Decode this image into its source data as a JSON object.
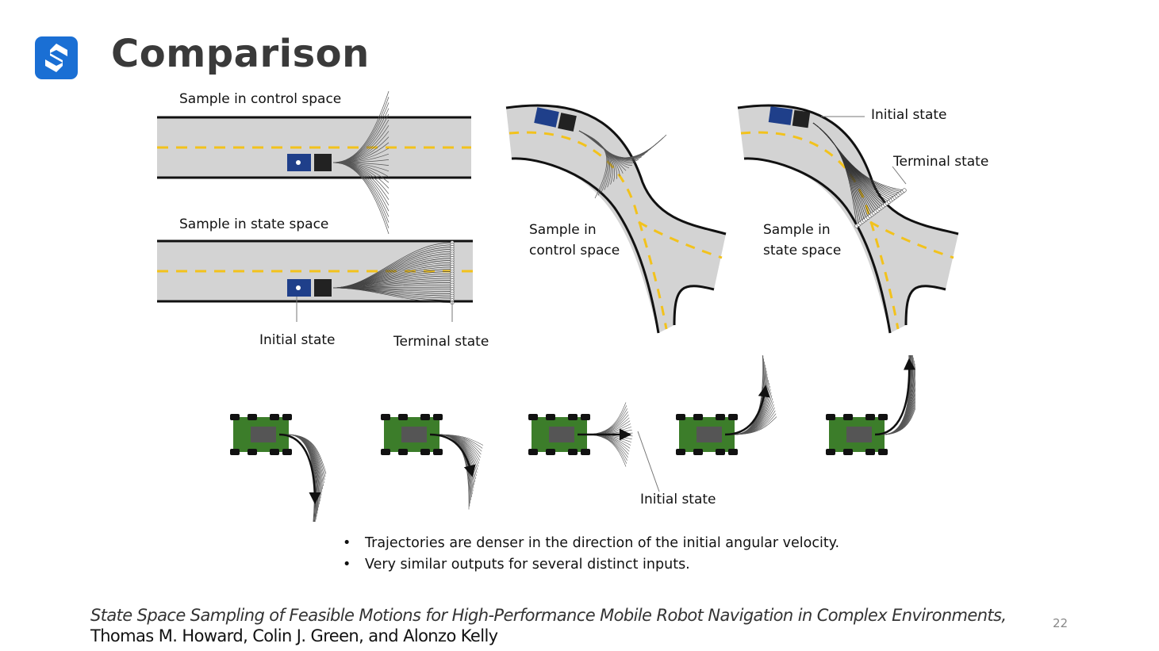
{
  "header": {
    "title": "Comparison",
    "logo_icon": "s-logo-icon",
    "logo_color": "#1a6fd4"
  },
  "figure_top": {
    "straight_control_label": "Sample in control space",
    "straight_state_label": "Sample in state space",
    "initial_state_label": "Initial state",
    "terminal_state_label": "Terminal state",
    "curve_control_label": [
      "Sample in",
      "control space"
    ],
    "curve_state_label": [
      "Sample in",
      "state space"
    ],
    "curve_initial_label": "Initial state",
    "curve_terminal_label": "Terminal state"
  },
  "figure_bottom": {
    "initial_state_label": "Initial state"
  },
  "bullets": [
    "Trajectories are denser in the direction of the initial angular velocity.",
    "Very similar outputs for several distinct inputs."
  ],
  "citation": {
    "title": "State Space Sampling of Feasible Motions for High-Performance Mobile Robot Navigation in Complex Environments,",
    "authors": "Thomas M. Howard, Colin J. Green, and Alonzo Kelly"
  },
  "page_number": "22"
}
